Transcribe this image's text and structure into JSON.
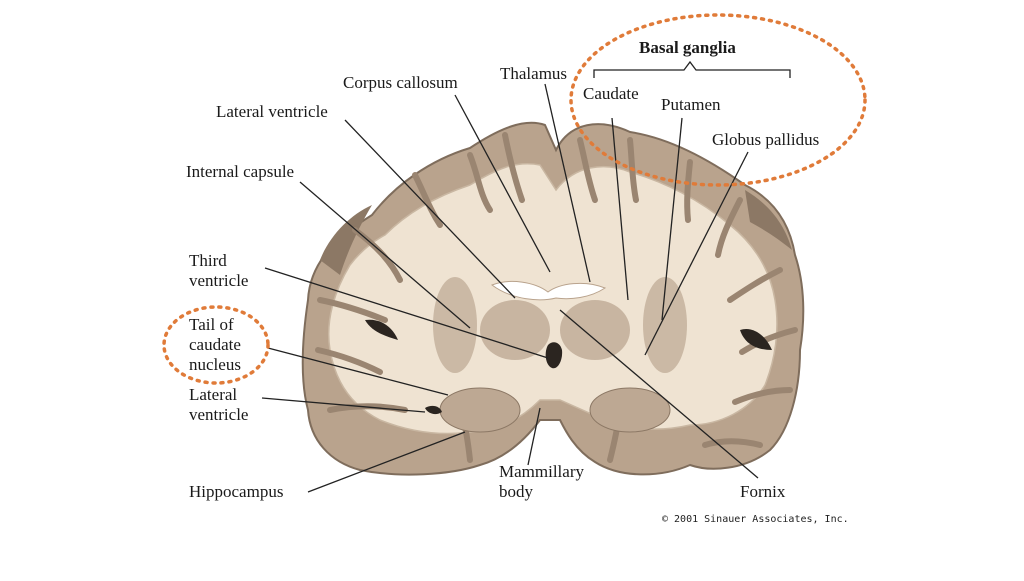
{
  "diagram": {
    "title": "Basal ganglia",
    "labels": {
      "corpus_callosum": "Corpus callosum",
      "thalamus": "Thalamus",
      "lateral_ventricle_top": "Lateral ventricle",
      "internal_capsule": "Internal capsule",
      "third_ventricle": [
        "Third",
        "ventricle"
      ],
      "tail_of_caudate": [
        "Tail of",
        "caudate",
        "nucleus"
      ],
      "lateral_ventricle_bottom": [
        "Lateral",
        "ventricle"
      ],
      "hippocampus": "Hippocampus",
      "mammillary_body": [
        "Mammillary",
        "body"
      ],
      "fornix": "Fornix",
      "caudate": "Caudate",
      "putamen": "Putamen",
      "globus_pallidus": "Globus pallidus"
    },
    "copyright": "© 2001 Sinauer Associates, Inc.",
    "colors": {
      "highlight": "#e07b39",
      "white_matter": "#efe3d2",
      "gray_matter": "#b6a08a",
      "dark_cortex": "#8c7865",
      "ventricle": "#2b2520"
    }
  }
}
